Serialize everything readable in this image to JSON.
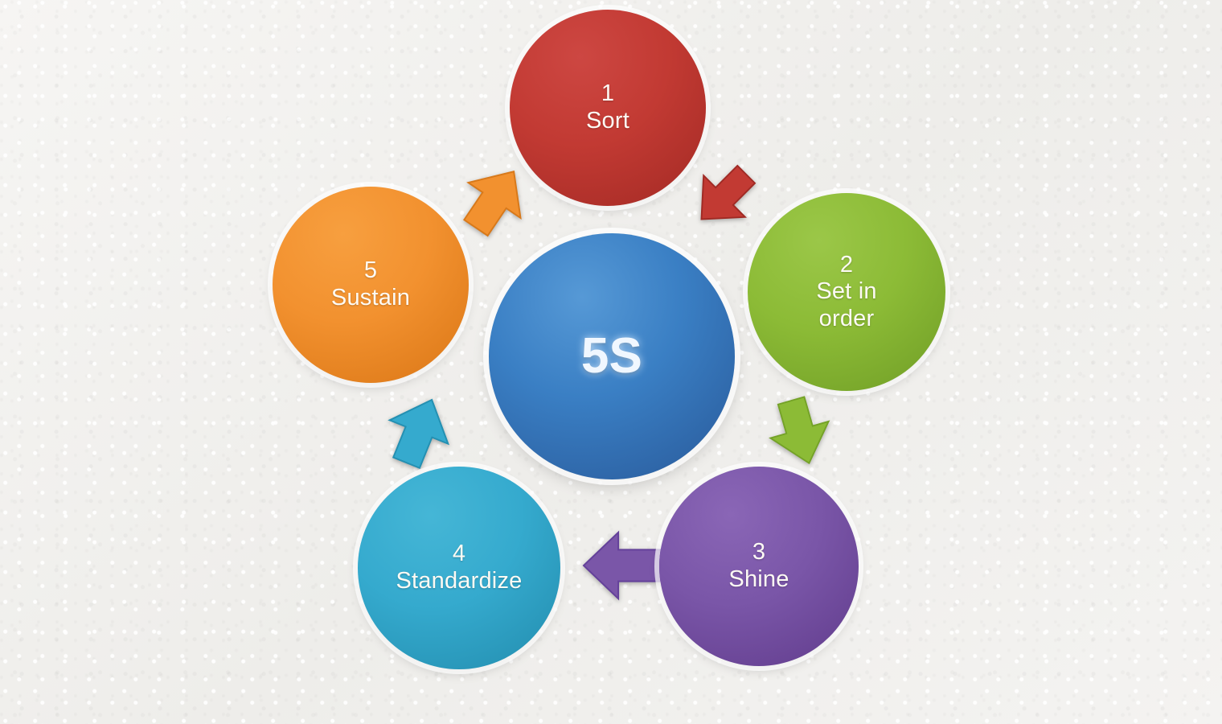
{
  "diagram": {
    "title": "5S",
    "background_color": "#f3f2f0",
    "center": {
      "label": "5S",
      "color": "#3a7fc4",
      "name": "center-node-5s"
    },
    "steps": [
      {
        "number": "1",
        "name": "Sort",
        "color": "#c23a33",
        "node_name": "node-sort"
      },
      {
        "number": "2",
        "name": "Set in\norder",
        "name_line1": "Set in",
        "name_line2": "order",
        "color": "#8cbb36",
        "node_name": "node-set-in-order"
      },
      {
        "number": "3",
        "name": "Shine",
        "color": "#7a56a8",
        "node_name": "node-shine"
      },
      {
        "number": "4",
        "name": "Standardize",
        "color": "#35aace",
        "node_name": "node-standardize"
      },
      {
        "number": "5",
        "name": "Sustain",
        "color": "#f2912f",
        "node_name": "node-sustain"
      }
    ],
    "arrows": [
      {
        "from": "1",
        "to": "2",
        "color": "#c23a33",
        "direction": "down-right",
        "icon": "arrow-down-right-icon"
      },
      {
        "from": "2",
        "to": "3",
        "color": "#8cbb36",
        "direction": "down-left",
        "icon": "arrow-down-left-icon"
      },
      {
        "from": "3",
        "to": "4",
        "color": "#7a56a8",
        "direction": "left",
        "icon": "arrow-left-icon"
      },
      {
        "from": "4",
        "to": "5",
        "color": "#35aace",
        "direction": "up-right",
        "icon": "arrow-up-right-icon"
      },
      {
        "from": "5",
        "to": "1",
        "color": "#f2912f",
        "direction": "up-right",
        "icon": "arrow-up-right-icon"
      }
    ]
  }
}
